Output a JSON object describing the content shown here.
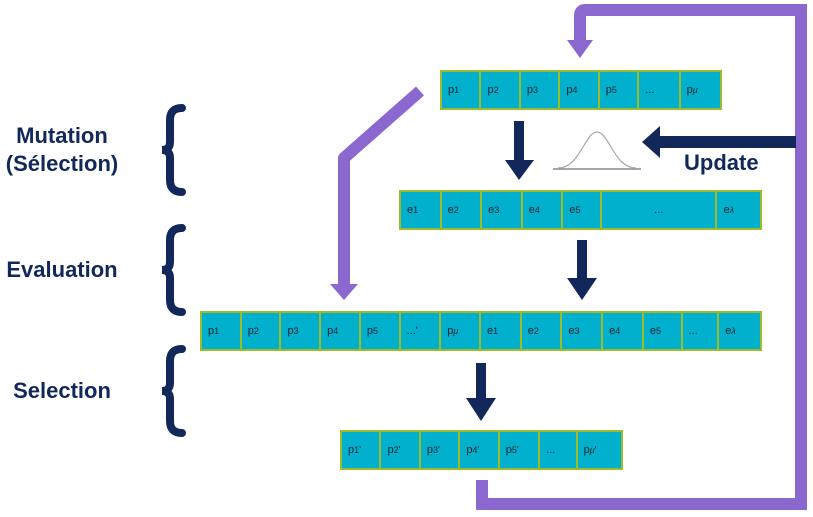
{
  "stages": {
    "mutation": [
      "Mutation",
      "(Sélection)"
    ],
    "evaluation": "Evaluation",
    "selection": "Selection"
  },
  "update_label": "Update",
  "rows": {
    "parents": [
      {
        "base": "p",
        "sub": "1"
      },
      {
        "base": "p",
        "sub": "2"
      },
      {
        "base": "p",
        "sub": "3"
      },
      {
        "base": "p",
        "sub": "4"
      },
      {
        "base": "p",
        "sub": "5"
      },
      {
        "base": "...",
        "sub": ""
      },
      {
        "base": "p",
        "sub": "μ"
      }
    ],
    "offspring": [
      {
        "base": "e",
        "sub": "1"
      },
      {
        "base": "e",
        "sub": "2"
      },
      {
        "base": "e",
        "sub": "3"
      },
      {
        "base": "e",
        "sub": "4"
      },
      {
        "base": "e",
        "sub": "5"
      },
      {
        "base": "...",
        "sub": ""
      },
      {
        "base": "e",
        "sub": "λ"
      }
    ],
    "combined": [
      {
        "base": "p",
        "sub": "1"
      },
      {
        "base": "p",
        "sub": "2"
      },
      {
        "base": "p",
        "sub": "3"
      },
      {
        "base": "p",
        "sub": "4"
      },
      {
        "base": "p",
        "sub": "5"
      },
      {
        "base": "...'",
        "sub": ""
      },
      {
        "base": "p",
        "sub": "μ"
      },
      {
        "base": "e",
        "sub": "1"
      },
      {
        "base": "e",
        "sub": "2"
      },
      {
        "base": "e",
        "sub": "3"
      },
      {
        "base": "e",
        "sub": "4"
      },
      {
        "base": "e",
        "sub": "5"
      },
      {
        "base": "...",
        "sub": ""
      },
      {
        "base": "e",
        "sub": "λ"
      }
    ],
    "selected": [
      {
        "base": "p",
        "sub": "1",
        "sup": "'"
      },
      {
        "base": "p",
        "sub": "2",
        "sup": "'"
      },
      {
        "base": "p",
        "sub": "3",
        "sup": "'"
      },
      {
        "base": "p",
        "sub": "4",
        "sup": "'"
      },
      {
        "base": "p",
        "sub": "5",
        "sup": "'"
      },
      {
        "base": "...",
        "sub": ""
      },
      {
        "base": "p",
        "sub": "μ",
        "sup": "'"
      }
    ]
  },
  "colors": {
    "cell_fill": "#00b0cc",
    "cell_border": "#9cbc2a",
    "navy": "#13285a",
    "purple": "#8b68d0",
    "gaussian": "#9a9a9a"
  }
}
